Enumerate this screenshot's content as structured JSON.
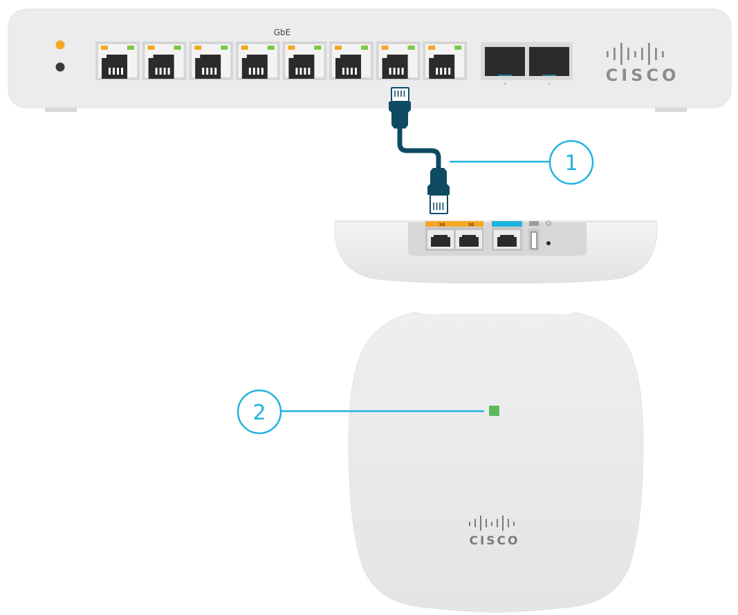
{
  "switch": {
    "port_group_label": "GbE",
    "brand": "CISCO",
    "status_leds": [
      "#f5a623",
      "#3a3a3a"
    ],
    "port_count": 8,
    "sfp_count": 2
  },
  "access_point": {
    "brand": "CISCO",
    "status_led_color": "#5cb85c",
    "port_labels": [
      "1G",
      "1G"
    ]
  },
  "callouts": [
    {
      "number": "1"
    },
    {
      "number": "2"
    }
  ],
  "colors": {
    "callout": "#1fb3e0",
    "cable": "#0f4a63",
    "port_amber": "#f5a623",
    "port_green": "#7ac943",
    "lan_blue": "#1fb3e0"
  },
  "icons": {
    "cable": "ethernet-cable-icon",
    "rj45": "rj45-connector-icon",
    "usb": "usb-icon",
    "power": "power-icon",
    "logo": "cisco-logo-icon"
  }
}
